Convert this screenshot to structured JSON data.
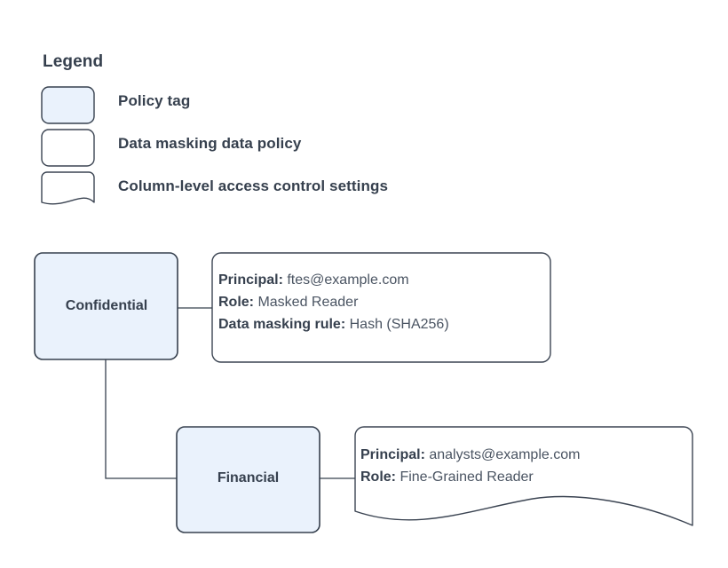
{
  "diagram": {
    "type": "policy-tag-access-control",
    "colors": {
      "node_fill": "#eaf2fc",
      "node_stroke": "#36404e",
      "card_fill": "#ffffff",
      "card_stroke": "#3b4452",
      "text": "#36404e",
      "value_text": "#4a5462",
      "edge": "#36404e",
      "background": "#ffffff"
    },
    "legend": {
      "title": "Legend",
      "items": [
        {
          "swatch": "rounded-rect-filled",
          "label": "Policy tag"
        },
        {
          "swatch": "rounded-rect-outline",
          "label": "Data masking data policy"
        },
        {
          "swatch": "wavy-bottom-card",
          "label": "Column-level access control settings"
        }
      ]
    },
    "nodes": [
      {
        "id": "confidential",
        "label": "Confidential",
        "shape": "rounded-rect-filled"
      },
      {
        "id": "financial",
        "label": "Financial",
        "shape": "rounded-rect-filled"
      }
    ],
    "cards": [
      {
        "id": "confidential-policy",
        "shape": "rounded-rect-outline",
        "attached_to": "confidential",
        "rows": [
          {
            "key": "Principal:",
            "value": "ftes@example.com"
          },
          {
            "key": "Role:",
            "value": "Masked Reader"
          },
          {
            "key": "Data masking rule:",
            "value": "Hash (SHA256)"
          }
        ]
      },
      {
        "id": "financial-policy",
        "shape": "wavy-bottom-card",
        "attached_to": "financial",
        "rows": [
          {
            "key": "Principal:",
            "value": "analysts@example.com"
          },
          {
            "key": "Role:",
            "value": "Fine-Grained Reader"
          }
        ]
      }
    ],
    "edges": [
      {
        "from": "confidential",
        "to": "confidential-policy",
        "style": "straight"
      },
      {
        "from": "confidential",
        "to": "financial",
        "style": "elbow"
      },
      {
        "from": "financial",
        "to": "financial-policy",
        "style": "straight"
      }
    ]
  }
}
